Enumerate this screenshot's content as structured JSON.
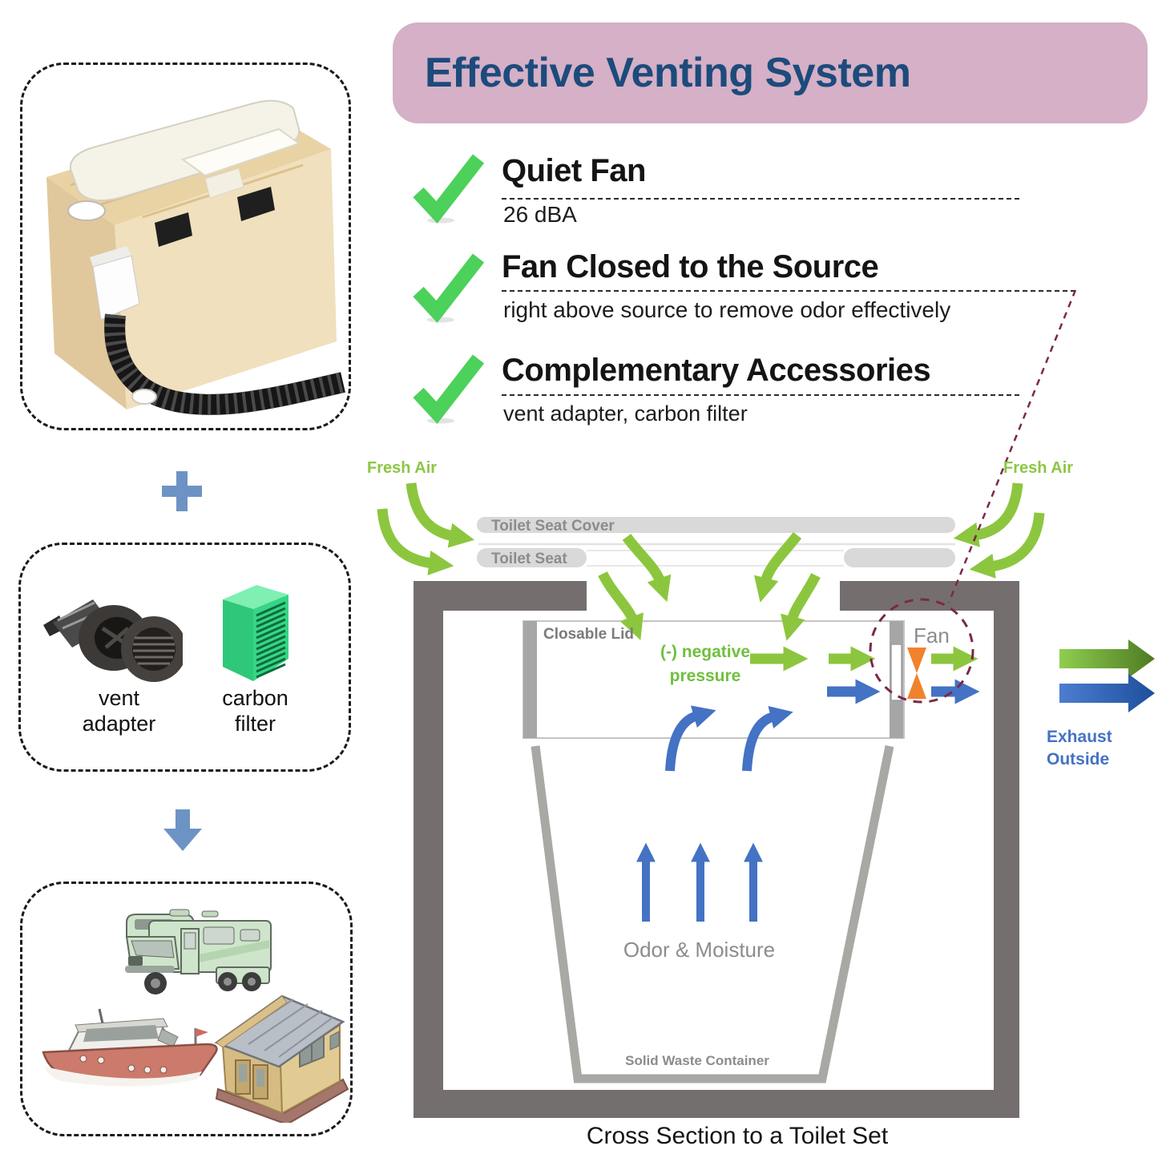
{
  "banner": {
    "title": "Effective Venting System"
  },
  "checklist": {
    "items": [
      {
        "title": "Quiet Fan",
        "subtitle": "26 dBA"
      },
      {
        "title": "Fan Closed to the Source",
        "subtitle": "right above source to remove odor effectively"
      },
      {
        "title": "Complementary Accessories",
        "subtitle": "vent adapter, carbon filter"
      }
    ]
  },
  "left_panel": {
    "accessories": {
      "vent_adapter_label": "vent\nadapter",
      "carbon_filter_label": "carbon\nfilter"
    },
    "illustrations": [
      "composting-toilet-photo",
      "vent-adapter-photo",
      "carbon-filter-render",
      "rv-illustration",
      "boat-illustration",
      "tiny-house-illustration"
    ]
  },
  "diagram": {
    "fresh_air_left": "Fresh Air",
    "fresh_air_right": "Fresh Air",
    "toilet_seat_cover": "Toilet Seat Cover",
    "toilet_seat": "Toilet Seat",
    "closable_lid": "Closable Lid",
    "negative_pressure": "(-) negative\npressure",
    "fan_label": "Fan",
    "exhaust_label": "Exhaust\nOutside",
    "odor_moisture": "Odor & Moisture",
    "solid_waste": "Solid Waste Container",
    "caption": "Cross Section to a Toilet Set"
  },
  "icons": {
    "checkmark": "checkmark-icon",
    "plus": "plus-icon",
    "arrow_down": "arrow-down-icon",
    "fan_rotor": "fan-rotor-icon"
  },
  "colors": {
    "banner_bg": "#d5b0c6",
    "banner_text": "#1c4b7c",
    "check_green": "#4cd15a",
    "diagram_green": "#8cc63f",
    "diagram_green_dark": "#4e7a22",
    "diagram_blue": "#4472c4",
    "diagram_blue_dark": "#1d4f9c",
    "wall_gray": "#756e6e",
    "light_gray": "#d9d9d9",
    "mid_gray": "#a6a6a6",
    "label_gray": "#8c8c8c",
    "fan_orange": "#f0822d",
    "maroon": "#7a2948",
    "steel_blue": "#6d93c4"
  }
}
